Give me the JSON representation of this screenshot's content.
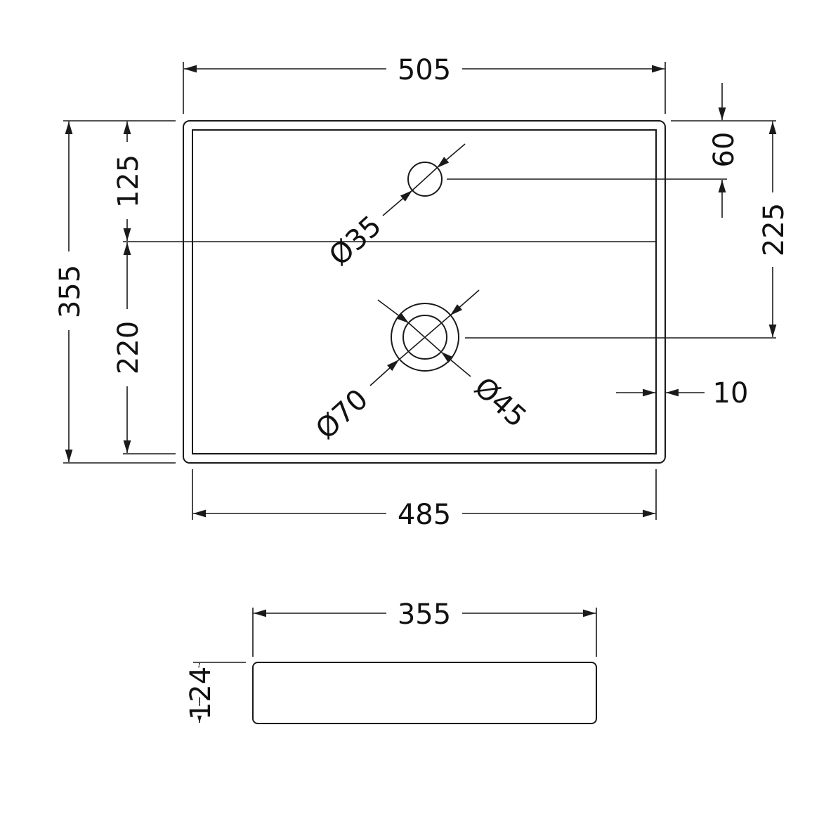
{
  "plan_view": {
    "overall_width": "505",
    "inner_width": "485",
    "overall_depth": "355",
    "back_to_step": "125",
    "step_to_front": "220",
    "tap_hole_offset": "60",
    "waste_offset": "225",
    "rim_thickness": "10",
    "tap_hole_diameter": "Ø35",
    "waste_outer_diameter": "Ø70",
    "waste_inner_diameter": "Ø45"
  },
  "side_view": {
    "depth": "355",
    "height": "124"
  },
  "colors": {
    "line": "#1a1a1a",
    "background": "#ffffff"
  }
}
